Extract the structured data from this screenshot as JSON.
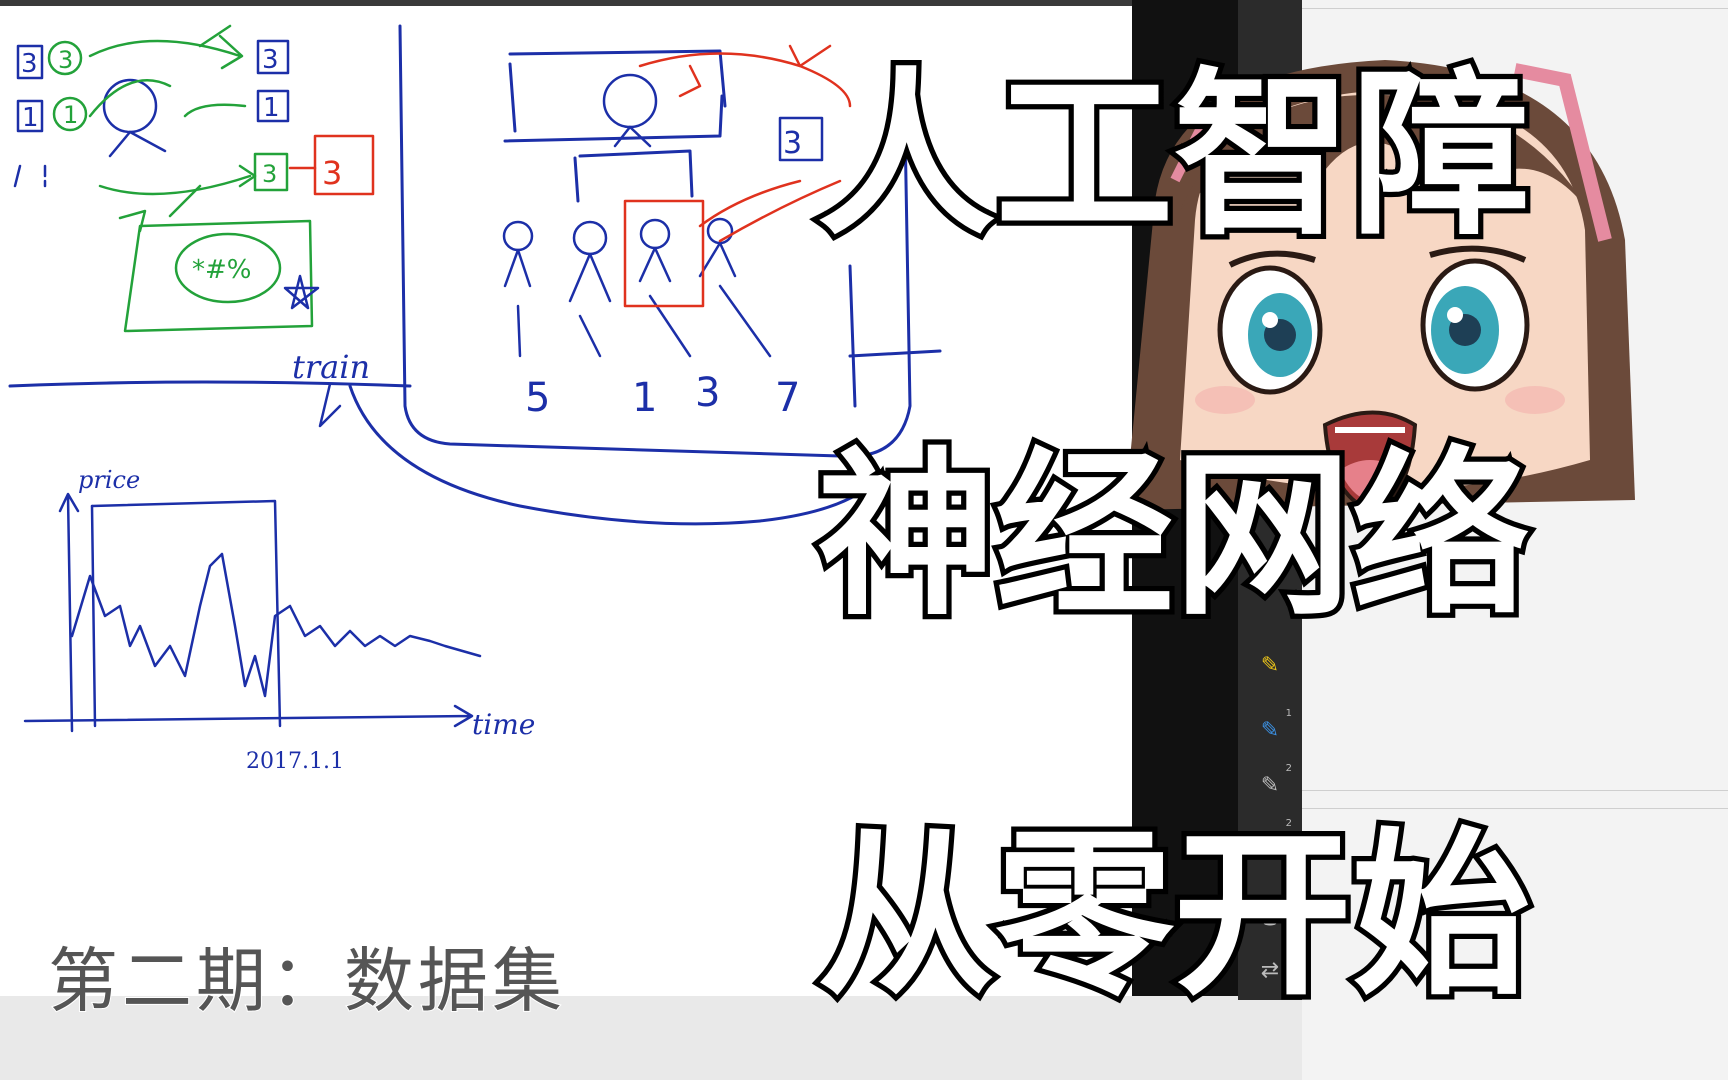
{
  "title_lines": [
    "人工智障",
    "神经网络",
    "从零开始"
  ],
  "subtitle": "第二期：数据集",
  "whiteboard": {
    "labels": {
      "train": "train",
      "price": "price",
      "time": "time",
      "date": "2017.1.1",
      "hand_numbers": [
        "5",
        "1",
        "3",
        "7"
      ],
      "box_labels": [
        "3",
        "3",
        "1",
        "1",
        "3",
        "3"
      ],
      "noise_text": "*#%"
    }
  },
  "toolbar": {
    "tools": [
      {
        "icon": "pen-yellow-icon",
        "badge": ""
      },
      {
        "icon": "pen-blue-icon",
        "badge": "1"
      },
      {
        "icon": "pen-gray-icon",
        "badge": "2"
      },
      {
        "icon": "pen-dark-icon",
        "badge": "2"
      },
      {
        "icon": "trash-icon",
        "badge": ""
      },
      {
        "icon": "swap-icon",
        "badge": ""
      }
    ]
  },
  "colors": {
    "ink_blue": "#1c2fa8",
    "ink_green": "#23a23a",
    "ink_red": "#e0321e",
    "title_fill": "#ffffff",
    "title_stroke": "#000000"
  }
}
